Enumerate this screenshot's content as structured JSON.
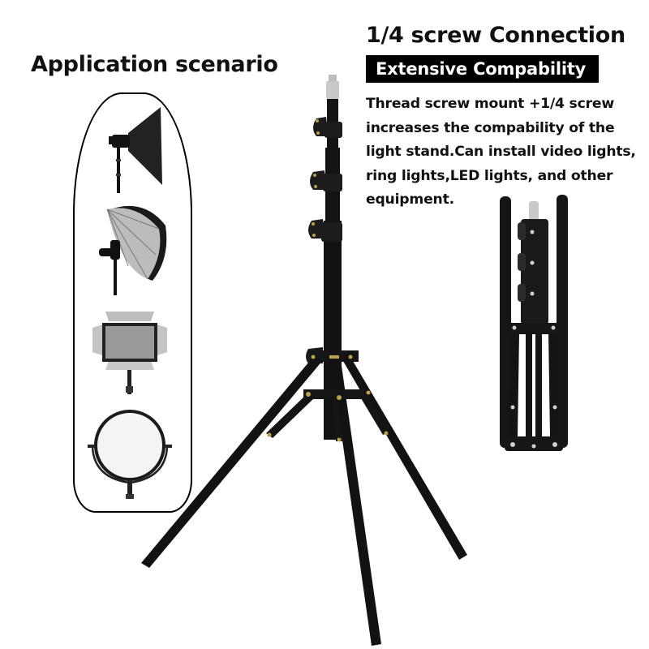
{
  "left_panel": {
    "title": "Application scenario",
    "scenarios": [
      {
        "name": "softbox-light",
        "icon": "softbox-icon"
      },
      {
        "name": "umbrella-light",
        "icon": "umbrella-icon"
      },
      {
        "name": "led-panel-light",
        "icon": "led-panel-icon"
      },
      {
        "name": "round-reflector-light",
        "icon": "ring-light-icon"
      }
    ]
  },
  "right_panel": {
    "title": "1/4 screw Connection",
    "badge": "Extensive Compability",
    "description_lines": [
      "Thread screw mount +1/4 screw",
      "increases the compability of the",
      "light stand.Can install video lights,",
      "ring lights,LED lights, and other",
      "equipment."
    ]
  },
  "images": {
    "main": "light-stand-tripod-extended",
    "folded": "light-stand-tripod-folded"
  },
  "colors": {
    "text": "#111111",
    "badge_bg": "#000000",
    "badge_text": "#ffffff",
    "stand": "#141414",
    "accent_screw": "#c9c9c9",
    "bolt": "#b9a24a"
  }
}
